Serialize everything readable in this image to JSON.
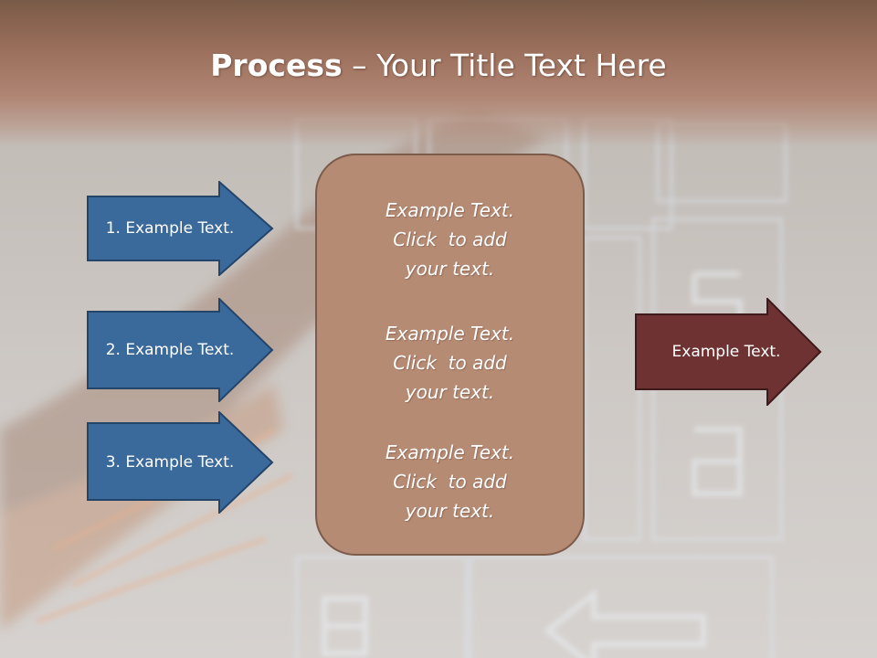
{
  "title": {
    "bold": "Process",
    "rest": " – Your Title Text Here"
  },
  "left_arrows": [
    {
      "label": "1. Example Text."
    },
    {
      "label": "2. Example Text."
    },
    {
      "label": "3. Example Text."
    }
  ],
  "center_blocks": [
    {
      "line1": "Example Text.",
      "line2": "Click  to add",
      "line3": "your text."
    },
    {
      "line1": "Example Text.",
      "line2": "Click  to add",
      "line3": "your text."
    },
    {
      "line1": "Example Text.",
      "line2": "Click  to add",
      "line3": "your text."
    }
  ],
  "right_arrow": {
    "label": "Example Text."
  },
  "colors": {
    "left_arrow_fill": "#3a6a9c",
    "left_arrow_stroke": "#24456a",
    "center_fill": "#b58b74",
    "right_arrow_fill": "#6e3232",
    "right_arrow_stroke": "#3e1a1a",
    "title_band": "#9b705c"
  },
  "background_image": "hand-pressing-keypad-photo"
}
